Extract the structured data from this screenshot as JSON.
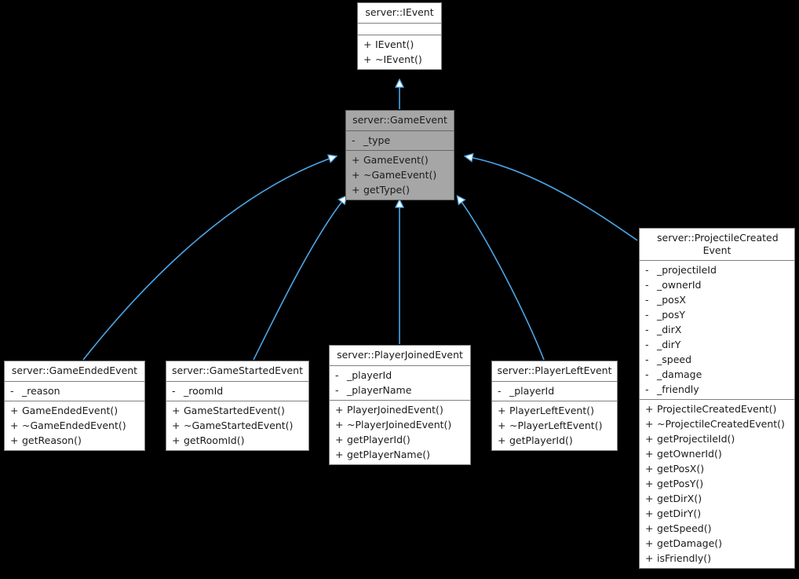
{
  "diagram": {
    "type": "uml-class-inheritance-diagram",
    "background_color": "#000000",
    "edge_color": "#4ba6e8",
    "box_fill": "#ffffff",
    "box_fill_shaded": "#a6a6a6",
    "box_border": "#808080",
    "classes": [
      {
        "id": "ievent",
        "title": "server::IEvent",
        "shaded": false,
        "attributes": [],
        "methods": [
          {
            "vis": "+",
            "name": "IEvent()"
          },
          {
            "vis": "+",
            "name": "~IEvent()"
          }
        ]
      },
      {
        "id": "gameevent",
        "title": "server::GameEvent",
        "shaded": true,
        "attributes": [
          {
            "vis": "-",
            "name": "_type"
          }
        ],
        "methods": [
          {
            "vis": "+",
            "name": "GameEvent()"
          },
          {
            "vis": "+",
            "name": "~GameEvent()"
          },
          {
            "vis": "+",
            "name": "getType()"
          }
        ]
      },
      {
        "id": "gameendedevent",
        "title": "server::GameEndedEvent",
        "shaded": false,
        "attributes": [
          {
            "vis": "-",
            "name": "_reason"
          }
        ],
        "methods": [
          {
            "vis": "+",
            "name": "GameEndedEvent()"
          },
          {
            "vis": "+",
            "name": "~GameEndedEvent()"
          },
          {
            "vis": "+",
            "name": "getReason()"
          }
        ]
      },
      {
        "id": "gamestartedevent",
        "title": "server::GameStartedEvent",
        "shaded": false,
        "attributes": [
          {
            "vis": "-",
            "name": "_roomId"
          }
        ],
        "methods": [
          {
            "vis": "+",
            "name": "GameStartedEvent()"
          },
          {
            "vis": "+",
            "name": "~GameStartedEvent()"
          },
          {
            "vis": "+",
            "name": "getRoomId()"
          }
        ]
      },
      {
        "id": "playerjoinedevent",
        "title": "server::PlayerJoinedEvent",
        "shaded": false,
        "attributes": [
          {
            "vis": "-",
            "name": "_playerId"
          },
          {
            "vis": "-",
            "name": "_playerName"
          }
        ],
        "methods": [
          {
            "vis": "+",
            "name": "PlayerJoinedEvent()"
          },
          {
            "vis": "+",
            "name": "~PlayerJoinedEvent()"
          },
          {
            "vis": "+",
            "name": "getPlayerId()"
          },
          {
            "vis": "+",
            "name": "getPlayerName()"
          }
        ]
      },
      {
        "id": "playerleftevent",
        "title": "server::PlayerLeftEvent",
        "shaded": false,
        "attributes": [
          {
            "vis": "-",
            "name": "_playerId"
          }
        ],
        "methods": [
          {
            "vis": "+",
            "name": "PlayerLeftEvent()"
          },
          {
            "vis": "+",
            "name": "~PlayerLeftEvent()"
          },
          {
            "vis": "+",
            "name": "getPlayerId()"
          }
        ]
      },
      {
        "id": "projectilecreatedevent",
        "title": "server::ProjectileCreated Event",
        "shaded": false,
        "attributes": [
          {
            "vis": "-",
            "name": "_projectileId"
          },
          {
            "vis": "-",
            "name": "_ownerId"
          },
          {
            "vis": "-",
            "name": "_posX"
          },
          {
            "vis": "-",
            "name": "_posY"
          },
          {
            "vis": "-",
            "name": "_dirX"
          },
          {
            "vis": "-",
            "name": "_dirY"
          },
          {
            "vis": "-",
            "name": "_speed"
          },
          {
            "vis": "-",
            "name": "_damage"
          },
          {
            "vis": "-",
            "name": "_friendly"
          }
        ],
        "methods": [
          {
            "vis": "+",
            "name": "ProjectileCreatedEvent()"
          },
          {
            "vis": "+",
            "name": "~ProjectileCreatedEvent()"
          },
          {
            "vis": "+",
            "name": "getProjectileId()"
          },
          {
            "vis": "+",
            "name": "getOwnerId()"
          },
          {
            "vis": "+",
            "name": "getPosX()"
          },
          {
            "vis": "+",
            "name": "getPosY()"
          },
          {
            "vis": "+",
            "name": "getDirX()"
          },
          {
            "vis": "+",
            "name": "getDirY()"
          },
          {
            "vis": "+",
            "name": "getSpeed()"
          },
          {
            "vis": "+",
            "name": "getDamage()"
          },
          {
            "vis": "+",
            "name": "isFriendly()"
          }
        ]
      }
    ],
    "inheritance_edges": [
      {
        "from": "gameevent",
        "to": "ievent"
      },
      {
        "from": "gameendedevent",
        "to": "gameevent"
      },
      {
        "from": "gamestartedevent",
        "to": "gameevent"
      },
      {
        "from": "playerjoinedevent",
        "to": "gameevent"
      },
      {
        "from": "playerleftevent",
        "to": "gameevent"
      },
      {
        "from": "projectilecreatedevent",
        "to": "gameevent"
      }
    ]
  }
}
